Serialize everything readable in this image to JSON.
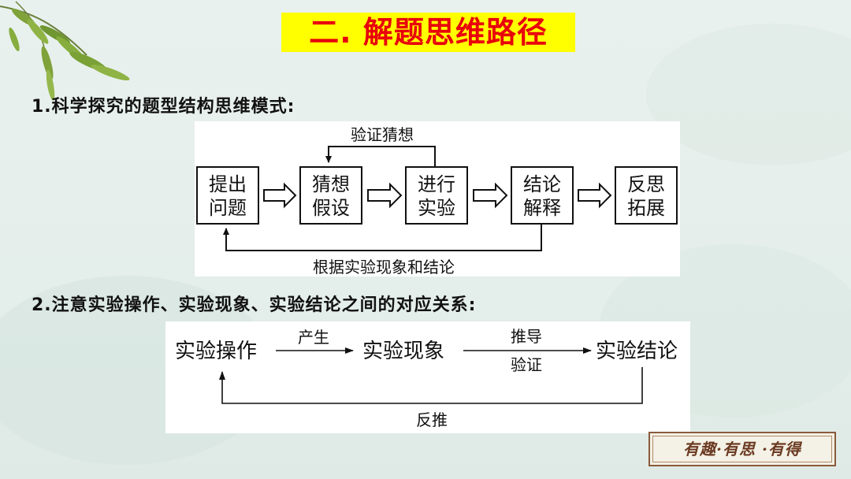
{
  "title": "二. 解题思维路径",
  "section1": {
    "heading": "1.科学探究的题型结构思维模式:",
    "boxes": [
      {
        "line1": "提出",
        "line2": "问题"
      },
      {
        "line1": "猜想",
        "line2": "假设"
      },
      {
        "line1": "进行",
        "line2": "实验"
      },
      {
        "line1": "结论",
        "line2": "解释"
      },
      {
        "line1": "反思",
        "line2": "拓展"
      }
    ],
    "top_loop_label": "验证猜想",
    "bottom_loop_label": "根据实验现象和结论"
  },
  "section2": {
    "heading": "2.注意实验操作、实验现象、实验结论之间的对应关系:",
    "nodes": [
      "实验操作",
      "实验现象",
      "实验结论"
    ],
    "arrow1_label": "产生",
    "arrow2_label_top": "推导",
    "arrow2_label_bottom": "验证",
    "return_label": "反推"
  },
  "seal": {
    "text": "有趣·有思 ·有得"
  }
}
